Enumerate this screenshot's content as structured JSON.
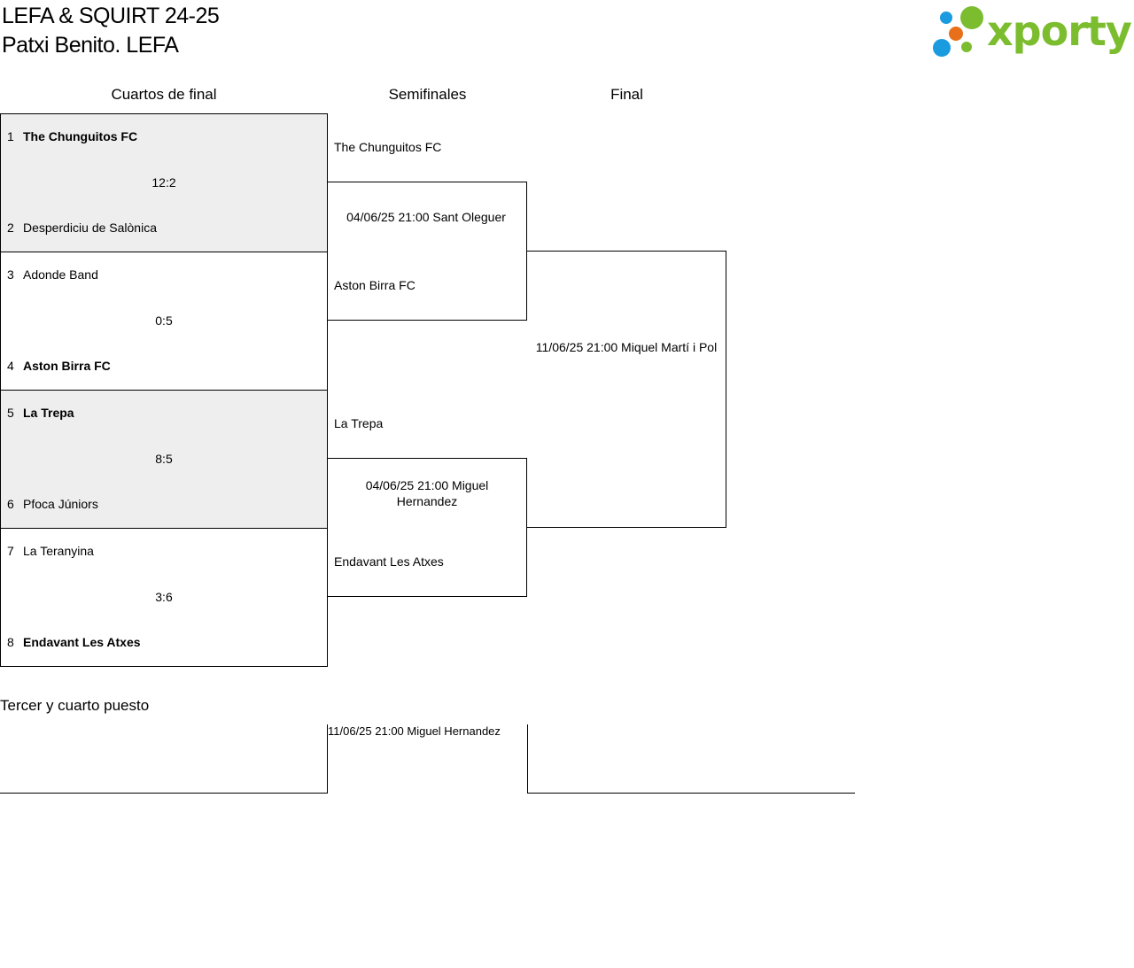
{
  "header": {
    "title_line1": "LEFA & SQUIRT 24-25",
    "title_line2": "Patxi Benito. LEFA"
  },
  "logo": {
    "text": "xporty",
    "colors": {
      "green": "#7cbd2f",
      "blue": "#1a9be0",
      "orange": "#e8701a"
    }
  },
  "rounds": {
    "quarter": "Cuartos de final",
    "semi": "Semifinales",
    "final": "Final"
  },
  "quarterfinals": [
    {
      "score": "12:2",
      "home": {
        "seed": "1",
        "name": "The Chunguitos FC",
        "winner": true
      },
      "away": {
        "seed": "2",
        "name": "Desperdiciu de Salònica",
        "winner": false
      }
    },
    {
      "score": "0:5",
      "home": {
        "seed": "3",
        "name": "Adonde Band",
        "winner": false
      },
      "away": {
        "seed": "4",
        "name": "Aston Birra FC",
        "winner": true
      }
    },
    {
      "score": "8:5",
      "home": {
        "seed": "5",
        "name": "La Trepa",
        "winner": true
      },
      "away": {
        "seed": "6",
        "name": "Pfoca Júniors",
        "winner": false
      }
    },
    {
      "score": "3:6",
      "home": {
        "seed": "7",
        "name": "La Teranyina",
        "winner": false
      },
      "away": {
        "seed": "8",
        "name": "Endavant Les Atxes",
        "winner": true
      }
    }
  ],
  "semifinals": [
    {
      "home": "The Chunguitos FC",
      "away": "Aston Birra FC",
      "info": "04/06/25 21:00 Sant Oleguer"
    },
    {
      "home": "La Trepa",
      "away": "Endavant Les Atxes",
      "info": "04/06/25 21:00 Miguel Hernandez"
    }
  ],
  "final": {
    "info": "11/06/25 21:00 Miquel Martí i Pol"
  },
  "third_place": {
    "heading": "Tercer y cuarto puesto",
    "info": "11/06/25 21:00 Miguel Hernandez"
  }
}
